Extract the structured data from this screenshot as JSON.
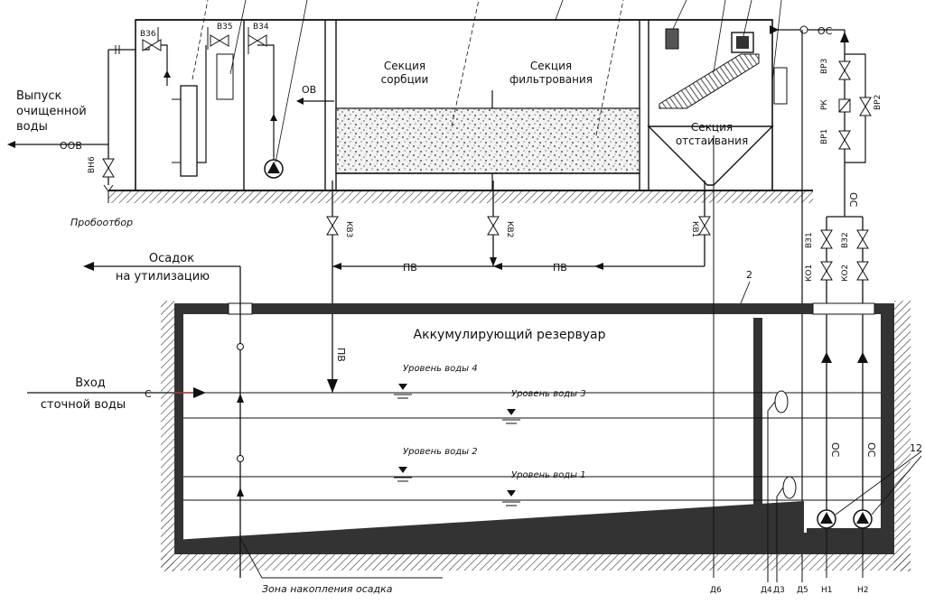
{
  "labels": {
    "discharge_line1": "Выпуск",
    "discharge_line2": "очищенной",
    "discharge_line3": "воды",
    "oov": "ООВ",
    "sampling": "Пробоотбор",
    "ov": "ОВ",
    "sorption_line1": "Секция",
    "sorption_line2": "сорбции",
    "filtration_line1": "Секция",
    "filtration_line2": "фильтрования",
    "settling_line1": "Секция",
    "settling_line2": "отстаивания",
    "pv_1": "ПВ",
    "pv_2": "ПВ",
    "pv_vertical": "ПВ",
    "oc_top": "ОС",
    "oc_mid": "ОС",
    "oc_left": "ОС",
    "oc_right": "ОС",
    "sludge_line1": "Осадок",
    "sludge_line2": "на утилизацию",
    "inlet_line1": "Вход",
    "inlet_line2": "сточной воды",
    "inlet_c": "С",
    "tank_title": "Аккумулирующий резервуар",
    "level4": "Уровень воды 4",
    "level3": "Уровень воды 3",
    "level2": "Уровень воды 2",
    "level1": "Уровень воды 1",
    "sediment_zone": "Зона накопления осадка",
    "callout_2": "2",
    "callout_12": "12"
  },
  "valves": {
    "v36": "В36",
    "v35": "В35",
    "v34": "В34",
    "vn6": "ВН6",
    "kv3": "КВ3",
    "kv2": "КВ2",
    "kv1": "КВ1",
    "vr3": "ВР3",
    "vr2": "ВР2",
    "vr1": "ВР1",
    "rk": "РК",
    "vz1": "ВЗ1",
    "vz2": "ВЗ2",
    "ko1": "КО1",
    "ko2": "КО2"
  },
  "sensors": {
    "d6": "Д6",
    "d4": "Д4",
    "d3": "Д3",
    "d5": "Д5",
    "n1": "Н1",
    "n2": "Н2"
  }
}
